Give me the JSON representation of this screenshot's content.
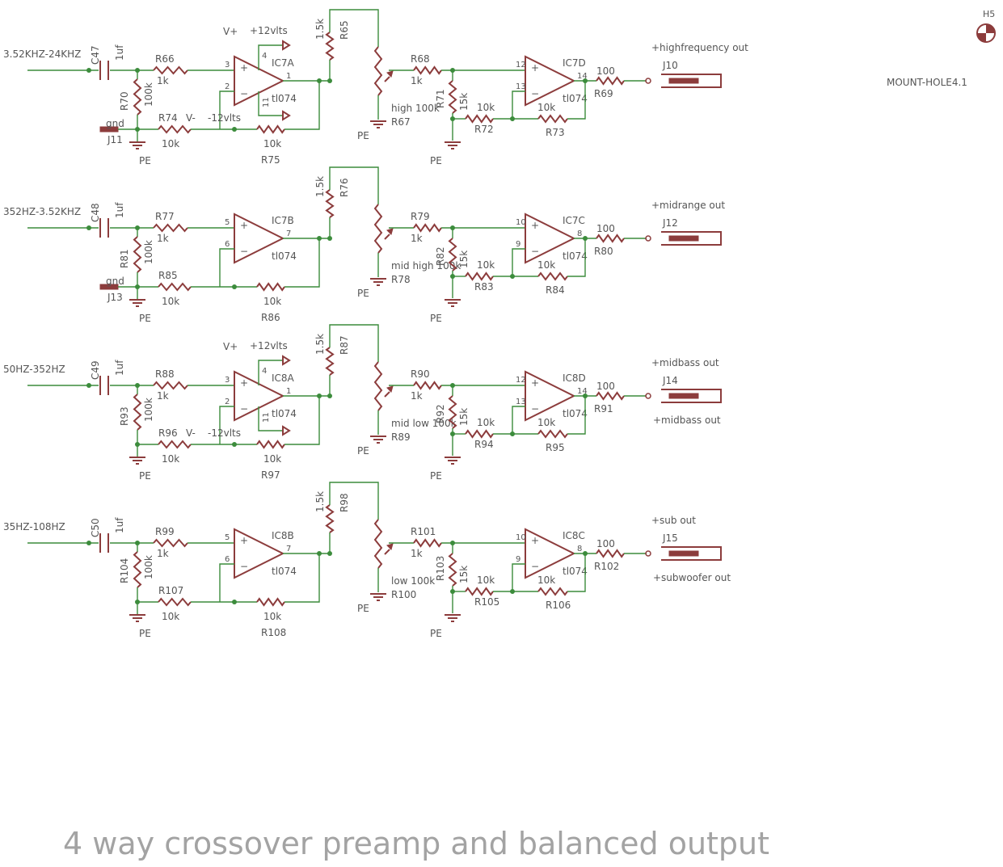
{
  "title": "4 way crossover preamp and balanced output",
  "mount_hole": {
    "designator": "H5",
    "value": "MOUNT-HOLE4.1"
  },
  "power": {
    "vplus": "V+",
    "vplus_value": "+12vlts",
    "vminus": "V-",
    "vminus_value": "-12vlts",
    "ground": "PE"
  },
  "stages": [
    {
      "input_label": "3.52KHZ-24KHZ",
      "cap": "C47",
      "cap_value": "1uf",
      "r_in": "R66",
      "r_in_value": "1k",
      "r_shunt": "R70",
      "r_shunt_value": "100k",
      "gnd_label": "gnd",
      "gnd_jack": "J11",
      "r_gain": "R74",
      "r_gain_value": "10k",
      "r_fb": "R75",
      "r_fb_value": "10k",
      "opamp1": "IC7A",
      "opamp1_type": "tl074",
      "opamp1_pins": [
        "3",
        "2",
        "1"
      ],
      "supply_pins": [
        "4",
        "11"
      ],
      "r_pot_series": "R65",
      "r_pot_series_value": "1.5k",
      "pot": "R67",
      "pot_value": "high 100k",
      "r_in2": "R68",
      "r_in2_value": "1k",
      "r_shunt2": "R71",
      "r_shunt2_value": "15k",
      "r_gain2": "R72",
      "r_gain2_value": "10k",
      "r_fb2": "R73",
      "r_fb2_value": "10k",
      "opamp2": "IC7D",
      "opamp2_type": "tl074",
      "opamp2_pins": [
        "12",
        "13",
        "14"
      ],
      "r_out": "R69",
      "r_out_value": "100",
      "jack": "J10",
      "out_label": "+highfrequency out",
      "out_label2": ""
    },
    {
      "input_label": "352HZ-3.52KHZ",
      "cap": "C48",
      "cap_value": "1uf",
      "r_in": "R77",
      "r_in_value": "1k",
      "r_shunt": "R81",
      "r_shunt_value": "100k",
      "gnd_label": "gnd",
      "gnd_jack": "J13",
      "r_gain": "R85",
      "r_gain_value": "10k",
      "r_fb": "R86",
      "r_fb_value": "10k",
      "opamp1": "IC7B",
      "opamp1_type": "tl074",
      "opamp1_pins": [
        "5",
        "6",
        "7"
      ],
      "supply_pins": [],
      "r_pot_series": "R76",
      "r_pot_series_value": "1.5k",
      "pot": "R78",
      "pot_value": "mid high 100k",
      "r_in2": "R79",
      "r_in2_value": "1k",
      "r_shunt2": "R82",
      "r_shunt2_value": "15k",
      "r_gain2": "R83",
      "r_gain2_value": "10k",
      "r_fb2": "R84",
      "r_fb2_value": "10k",
      "opamp2": "IC7C",
      "opamp2_type": "tl074",
      "opamp2_pins": [
        "10",
        "9",
        "8"
      ],
      "r_out": "R80",
      "r_out_value": "100",
      "jack": "J12",
      "out_label": "+midrange out",
      "out_label2": ""
    },
    {
      "input_label": "50HZ-352HZ",
      "cap": "C49",
      "cap_value": "1uf",
      "r_in": "R88",
      "r_in_value": "1k",
      "r_shunt": "R93",
      "r_shunt_value": "100k",
      "gnd_label": "",
      "gnd_jack": "",
      "r_gain": "R96",
      "r_gain_value": "10k",
      "r_fb": "R97",
      "r_fb_value": "10k",
      "opamp1": "IC8A",
      "opamp1_type": "tl074",
      "opamp1_pins": [
        "3",
        "2",
        "1"
      ],
      "supply_pins": [
        "4",
        "11"
      ],
      "r_pot_series": "R87",
      "r_pot_series_value": "1.5k",
      "pot": "R89",
      "pot_value": "mid low 100k",
      "r_in2": "R90",
      "r_in2_value": "1k",
      "r_shunt2": "R92",
      "r_shunt2_value": "15k",
      "r_gain2": "R94",
      "r_gain2_value": "10k",
      "r_fb2": "R95",
      "r_fb2_value": "10k",
      "opamp2": "IC8D",
      "opamp2_type": "tl074",
      "opamp2_pins": [
        "12",
        "13",
        "14"
      ],
      "r_out": "R91",
      "r_out_value": "100",
      "jack": "J14",
      "out_label": "+midbass out",
      "out_label2": "+midbass out"
    },
    {
      "input_label": "35HZ-108HZ",
      "cap": "C50",
      "cap_value": "1uf",
      "r_in": "R99",
      "r_in_value": "1k",
      "r_shunt": "R104",
      "r_shunt_value": "100k",
      "gnd_label": "",
      "gnd_jack": "",
      "r_gain": "R107",
      "r_gain_value": "10k",
      "r_fb": "R108",
      "r_fb_value": "10k",
      "opamp1": "IC8B",
      "opamp1_type": "tl074",
      "opamp1_pins": [
        "5",
        "6",
        "7"
      ],
      "supply_pins": [],
      "r_pot_series": "R98",
      "r_pot_series_value": "1.5k",
      "pot": "R100",
      "pot_value": "low 100k",
      "r_in2": "R101",
      "r_in2_value": "1k",
      "r_shunt2": "R103",
      "r_shunt2_value": "15k",
      "r_gain2": "R105",
      "r_gain2_value": "10k",
      "r_fb2": "R106",
      "r_fb2_value": "10k",
      "opamp2": "IC8C",
      "opamp2_type": "tl074",
      "opamp2_pins": [
        "10",
        "9",
        "8"
      ],
      "r_out": "R102",
      "r_out_value": "100",
      "jack": "J15",
      "out_label": "+sub out",
      "out_label2": "+subwoofer out"
    }
  ]
}
